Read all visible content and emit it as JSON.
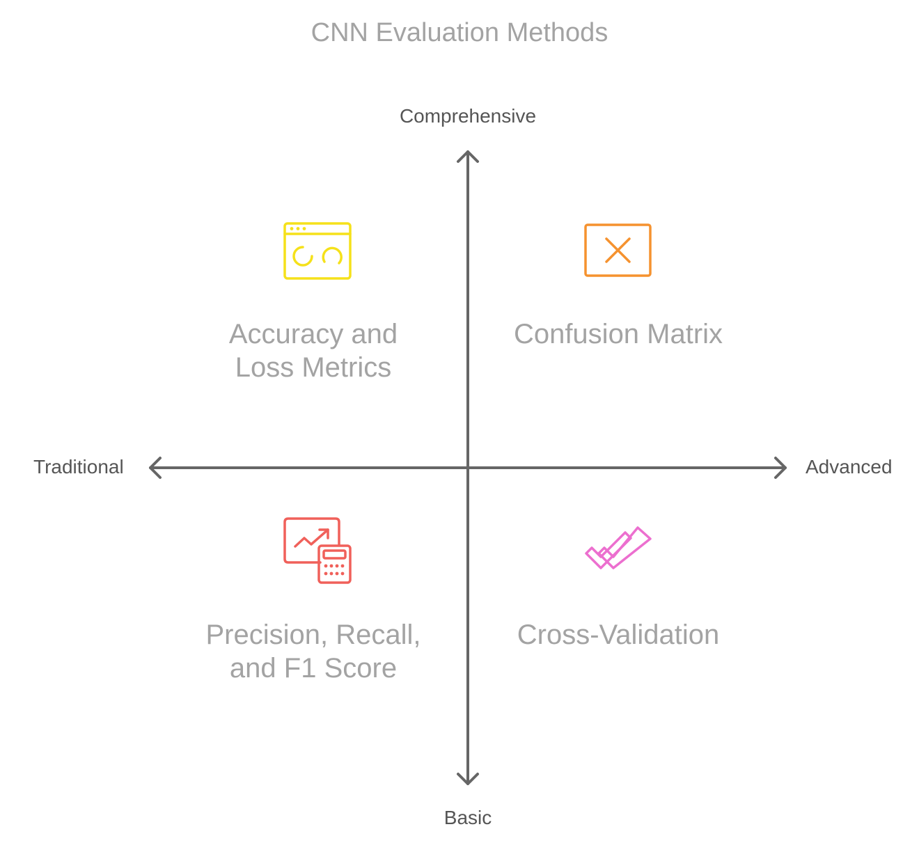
{
  "title": "CNN Evaluation Methods",
  "axes": {
    "top": "Comprehensive",
    "bottom": "Basic",
    "left": "Traditional",
    "right": "Advanced"
  },
  "quadrants": {
    "top_left": {
      "lines": [
        "Accuracy and",
        "Loss Metrics"
      ],
      "icon": "dashboard-gauges-icon",
      "color": "#f5e11a"
    },
    "top_right": {
      "lines": [
        "Confusion Matrix"
      ],
      "icon": "x-box-icon",
      "color": "#f5922f"
    },
    "bottom_left": {
      "lines": [
        "Precision, Recall,",
        "and F1 Score"
      ],
      "icon": "chart-calculator-icon",
      "color": "#f0605a"
    },
    "bottom_right": {
      "lines": [
        "Cross-Validation"
      ],
      "icon": "double-check-icon",
      "color": "#ec6fcf"
    }
  },
  "colors": {
    "axis": "#666666",
    "label_text": "#a3a3a3"
  }
}
